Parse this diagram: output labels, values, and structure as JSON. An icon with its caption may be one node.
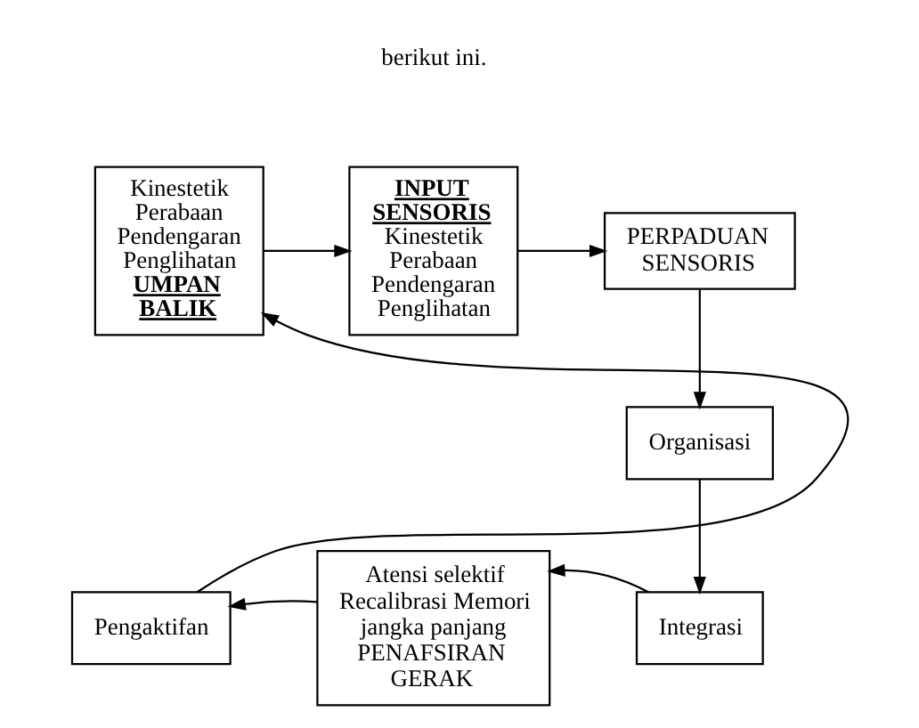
{
  "diagram": {
    "nodes": [
      {
        "text": [
          "Kinestetik Perabaan Pendengaran Penglihatan",
          "UMPAN BALIK"
        ]
      },
      {
        "text": [
          "INPUT SENSORIS",
          "Kinestetik Perabaan Pendengaran Penglihatan"
        ]
      },
      {
        "text": [
          "PERPADUAN SENSORIS"
        ]
      },
      {
        "text": [
          "Organisasi"
        ]
      },
      {
        "text": [
          "Integrasi"
        ]
      },
      {
        "text": [
          "Atensi selektif Recalibrasi Memori jangka panjang",
          "PENAFSIRAN GERAK"
        ]
      },
      {
        "text": [
          "Pengaktifan"
        ]
      }
    ],
    "edges": [
      {
        "from": 0,
        "to": 1,
        "arrow": "to"
      },
      {
        "from": 1,
        "to": 2,
        "arrow": "to"
      },
      {
        "from": 2,
        "to": 3,
        "arrow": "to"
      },
      {
        "from": 3,
        "to": 4,
        "arrow": "to"
      },
      {
        "from": 4,
        "to": 5,
        "arrow": "to"
      },
      {
        "from": 5,
        "to": 6,
        "arrow": "to"
      },
      {
        "from": 6,
        "to": 0,
        "arrow": "to"
      }
    ],
    "labels": [
      "berikut ini."
    ]
  }
}
